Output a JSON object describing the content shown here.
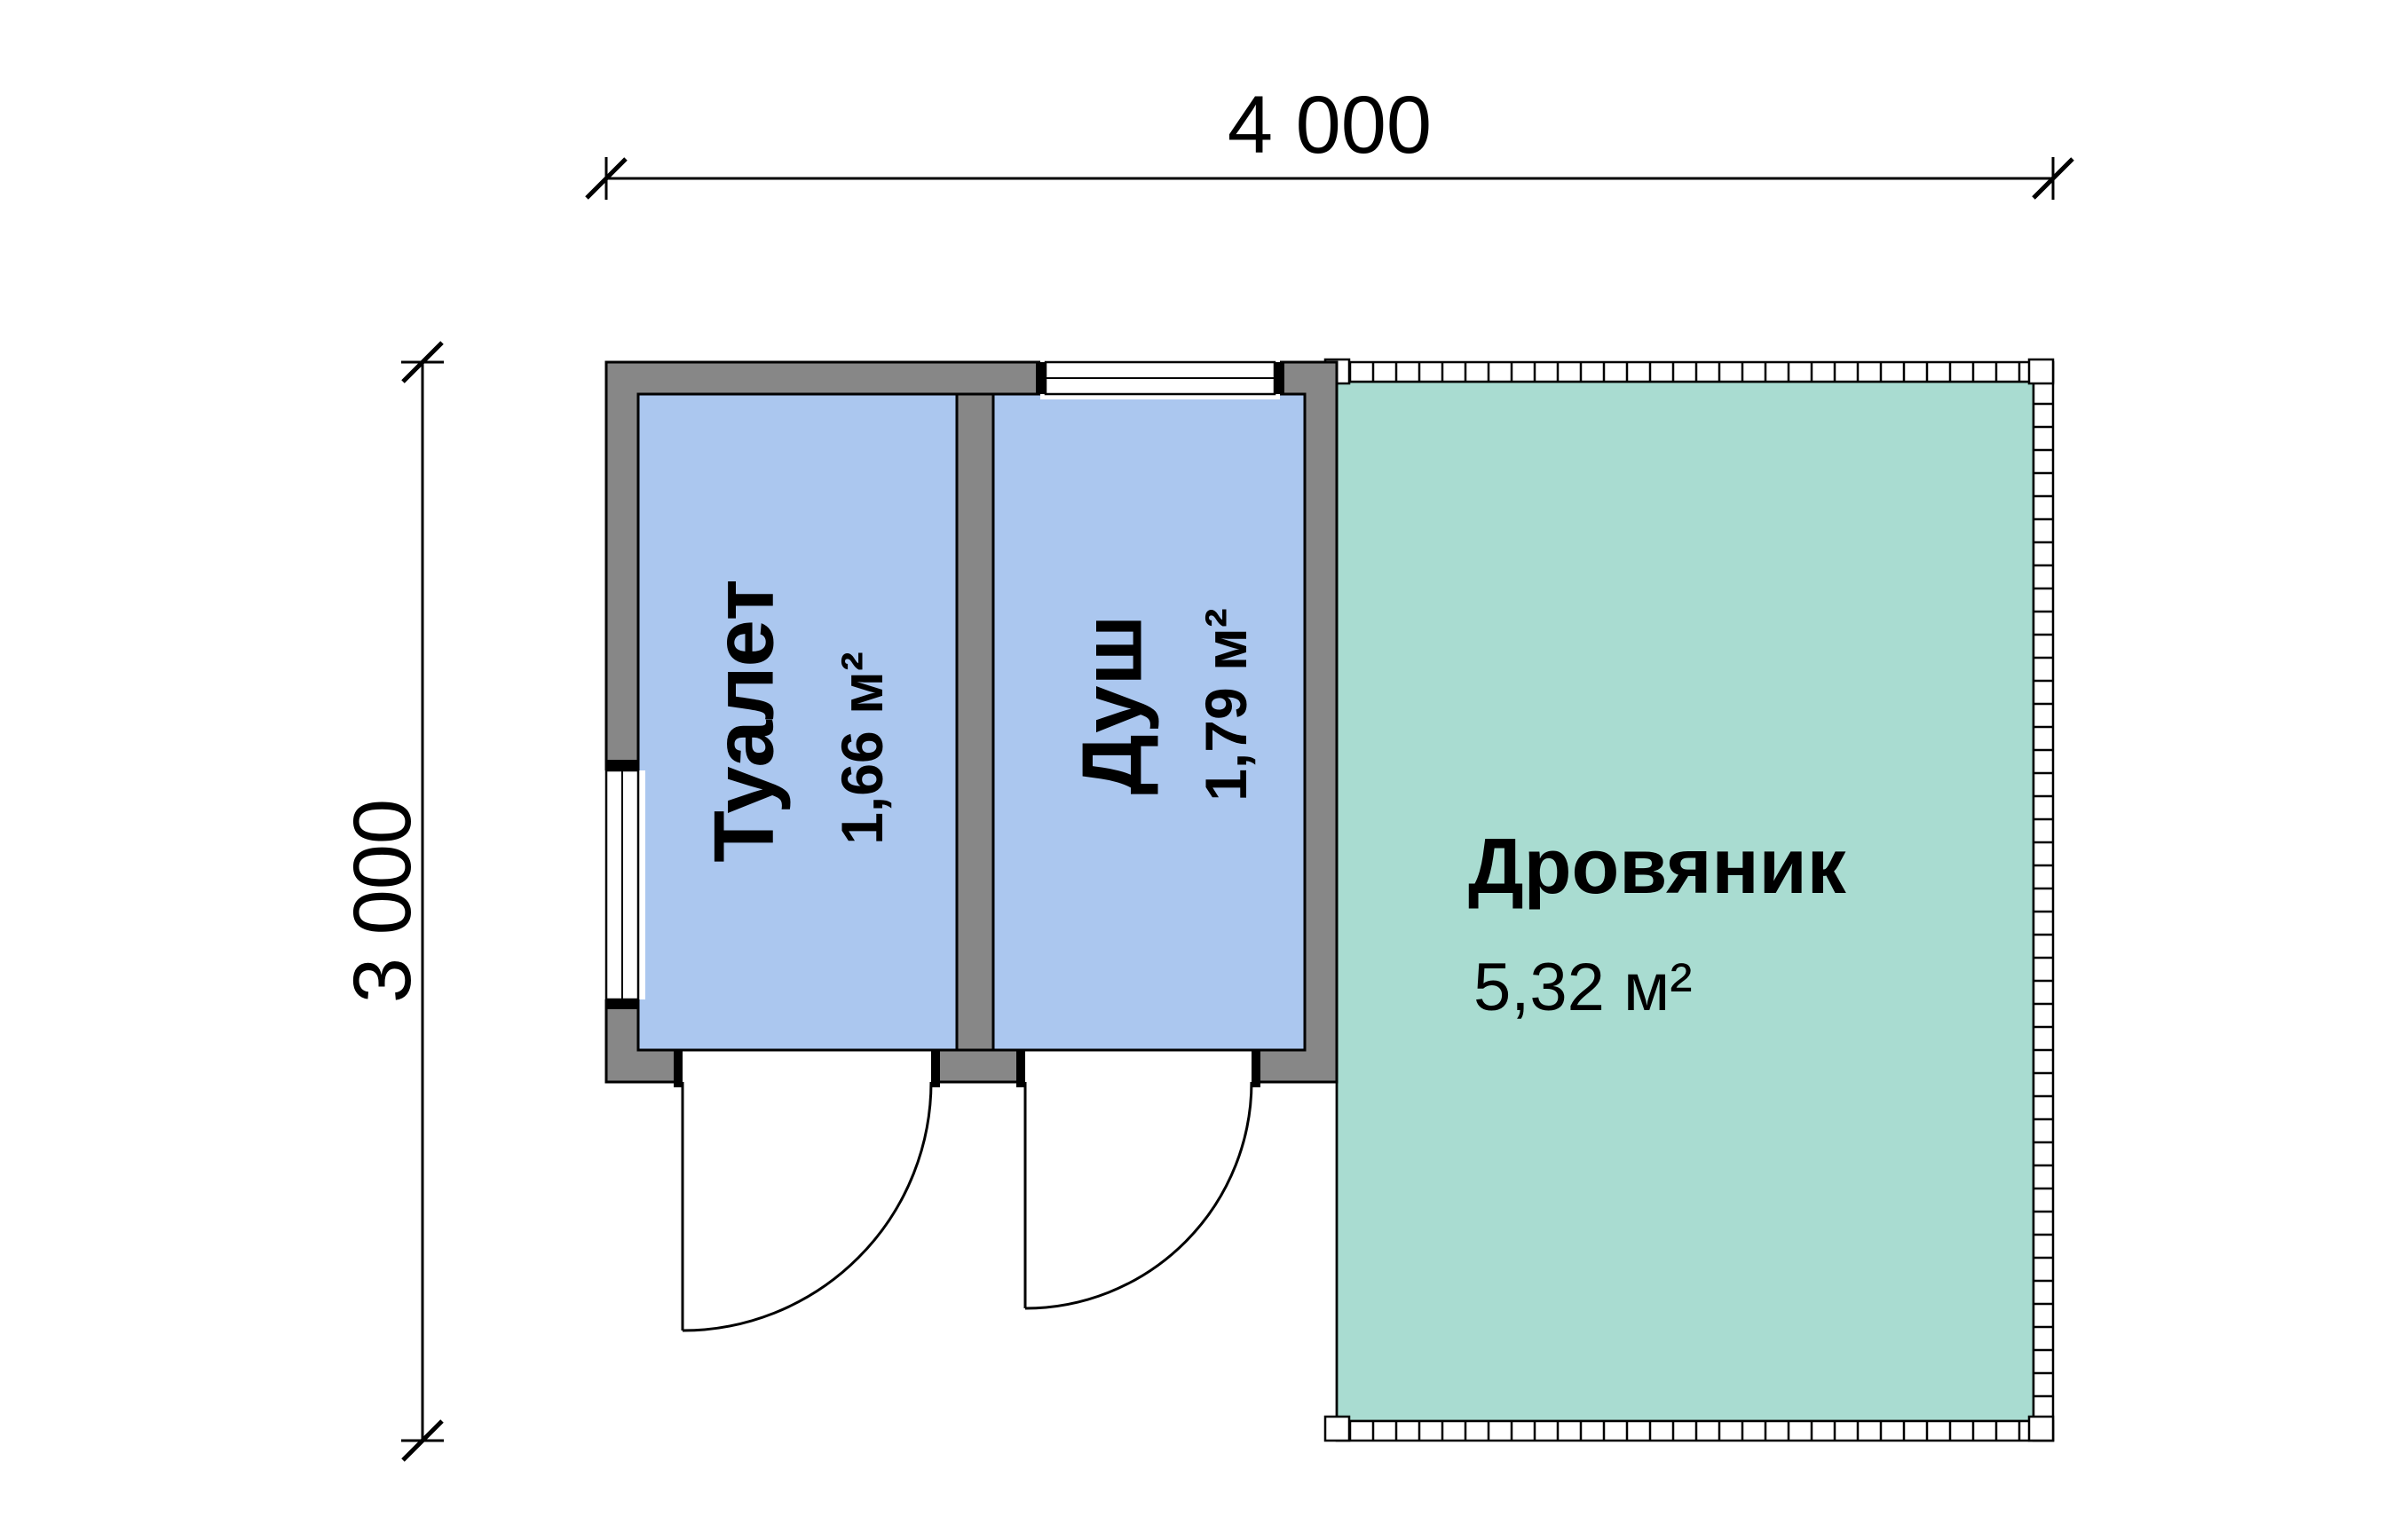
{
  "dimensions": {
    "width_label": "4 000",
    "height_label": "3 000"
  },
  "rooms": {
    "toilet": {
      "label": "Туалет",
      "area": "1,66 м²"
    },
    "shower": {
      "label": "Душ",
      "area": "1,79 м²"
    },
    "woodshed": {
      "label": "Дровяник",
      "area": "5,32 м²"
    }
  },
  "colors": {
    "wet_room_fill": "#abc7ef",
    "woodshed_fill": "#a9dcd1",
    "wall_fill": "#878787",
    "line": "#000000",
    "background": "#ffffff"
  }
}
